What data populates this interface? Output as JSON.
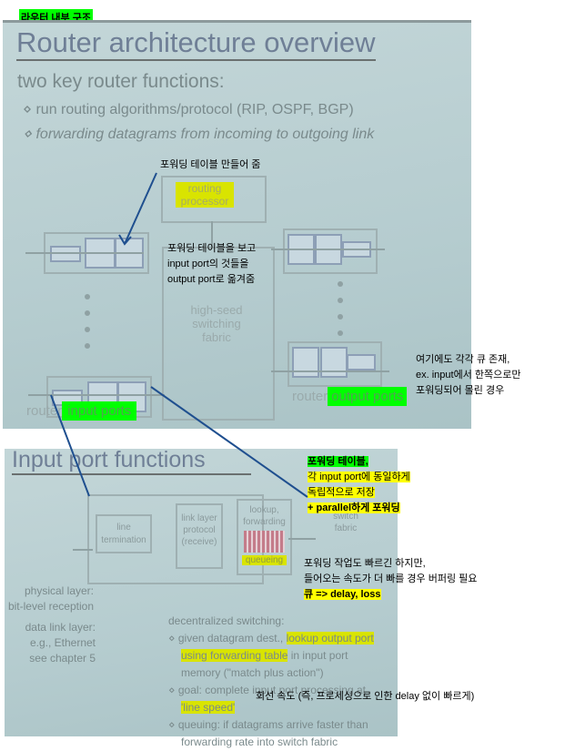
{
  "top_label": "라우터 내부 구조",
  "slide1": {
    "title": "Router architecture overview",
    "subtitle": "two key router functions:",
    "bullets": [
      "run routing algorithms/protocol (RIP, OSPF, BGP)",
      "forwarding datagrams from incoming to outgoing link"
    ],
    "routing_processor": "routing processor",
    "fabric": "high-seed switching fabric",
    "router_prefix_in": "router",
    "input_ports": "input ports",
    "router_prefix_out": "router",
    "output_ports": "output ports"
  },
  "notes1": {
    "table": "포워딩 테이블 만들어 줌",
    "fabric": [
      "포워딩 테이블을 보고",
      "input port의 것들을",
      "output port로 옮겨줌"
    ],
    "output": [
      "여기에도 각각 큐 존재,",
      "ex. input에서 한쪽으로만",
      "포워딩되어 몰린 경우"
    ]
  },
  "slide2": {
    "title": "Input port functions",
    "line_termination": "line termination",
    "link_layer": "link layer protocol (receive)",
    "lookup": "lookup, forwarding",
    "queueing": "queueing",
    "switch_fabric": "switch fabric",
    "physical": [
      "physical layer:",
      "bit-level reception"
    ],
    "datalink": [
      "data link layer:",
      "e.g., Ethernet",
      "see chapter 5"
    ],
    "decentralized": "decentralized switching:",
    "b1a": "given datagram dest., ",
    "b1hl": "lookup output port",
    "b1hl2": "using forwarding table",
    "b1b": " in input port",
    "b1c": "memory (\"match plus action\")",
    "b2a": "goal: complete input port processing at",
    "b2hl": "'line speed'",
    "b3a": "queuing: if datagrams arrive faster than",
    "b3b": "forwarding rate into switch fabric"
  },
  "notes2": {
    "table_title": "포워딩 테이블,",
    "table": [
      "각 input port에 동일하게",
      "독립적으로 저장",
      "+ parallel하게 포워딩"
    ],
    "queue": [
      "포워딩 작업도 빠르긴 하지만,",
      "들어오는 속도가 더 빠를 경우 버퍼링 필요",
      "큐 => delay, loss"
    ],
    "line_speed": "회선 속도 (즉, 프로세싱으로 인한 delay 없이 빠르게)"
  }
}
